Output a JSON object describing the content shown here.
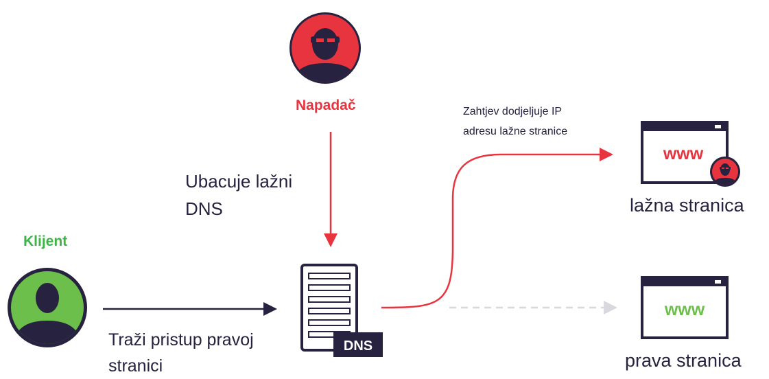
{
  "attacker": {
    "label": "Napadač",
    "icon": "hacker-avatar-icon"
  },
  "client": {
    "label": "Klijent",
    "icon": "user-avatar-icon"
  },
  "dns_server": {
    "badge": "DNS",
    "icon": "server-stack-icon"
  },
  "labels": {
    "inject": [
      "Ubacuje lažni",
      "DNS"
    ],
    "request": [
      "Traži pristup pravoj",
      "stranici"
    ],
    "resolve": [
      "Zahtjev dodjeljuje IP",
      "adresu lažne stranice"
    ]
  },
  "sites": {
    "fake": {
      "label": "lažna stranica",
      "www": "www",
      "icon": "browser-window-icon"
    },
    "real": {
      "label": "prava stranica",
      "www": "www",
      "icon": "browser-window-icon"
    }
  },
  "colors": {
    "attacker": "#e8343f",
    "client": "#3cb546",
    "dark": "#26223f",
    "faded_arrow": "#d8d8de",
    "avatar_ring": "#26223f"
  }
}
